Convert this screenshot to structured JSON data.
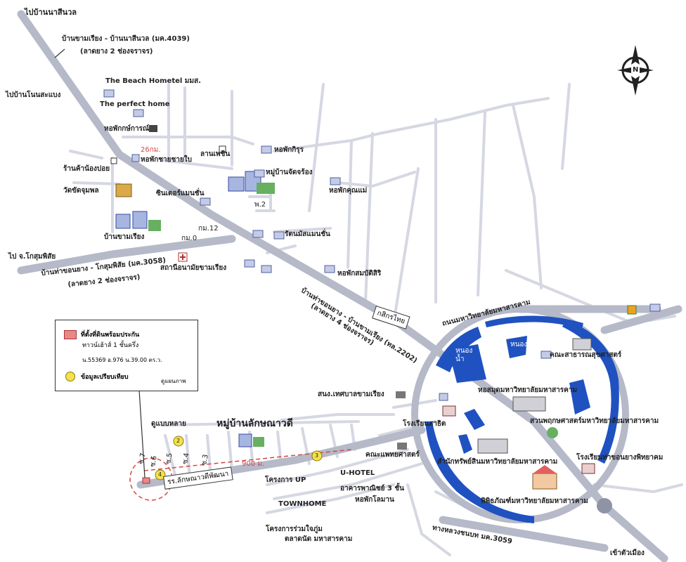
{
  "map": {
    "labels": {
      "to_ban_na_si_nuan": "ไปบ้านนาสีนวล",
      "road_4039": "บ้านขามเรียง - บ้านนาสีนวล (มค.4039)",
      "lanes_2_top": "(ลาดยาง 2 ช่องจราจร)",
      "to_ban_nong_waeng": "ไปบ้านโนนสะแบง",
      "beach_hometel": "The Beach Hometel มมส.",
      "perfect_home": "The perfect home",
      "dorm_chaiyakarn": "หอพักกษ์การณ์",
      "km_26": "26กม.",
      "dorm_chaiban": "หอพักชายชายใบ",
      "lan_phetin": "ลานเพชิน",
      "dorm_krirut": "หอพักกิรุร",
      "village_sakarat": "หมู่บ้านจัดจร้อง",
      "dorm_khunmae": "หอพักคุณแม่",
      "ruen_nong_pai": "ร้านค้าน้องปอย",
      "wat_khon_phon": "วัดขัดจุมพล",
      "center_maen": "ซินเตอร์แมนชั่น",
      "bankhamriang": "บ้านขามเรียง",
      "km12": "กม.12",
      "km0": "กม.0",
      "ph2": "พ.2",
      "rattanam_mansion": "รัตนมัสแมนชั่น",
      "to_kosumphisai": "ไป จ.โกสุมพิสัย",
      "road_3058": "บ้านท่าขอนยาง - โกสุมพิสัย (มค.3058)",
      "lanes_2_left": "(ลาดยาง 2 ช่องจราจร)",
      "health_station": "สถานีอนามัยขามเรียง",
      "dorm_sombat": "หอพักสมบัติสิริ",
      "road_2202": "บ้านท่าขอนยาง - บ้านขามเรียง (ทล.2202)",
      "lanes_4": "(ลาดยาง 4 ช่องจราจร)",
      "kasikorn": "กสิกรไทย",
      "uni_road": "ถนนมหาวิทยาลัยมหาสารคาม",
      "nong_nam": "หนอง\nน้ำ",
      "nong": "หนอง",
      "faculty_public_health": "คณะสาธารณสุขศาสตร์",
      "library": "หอสมุดมหาวิทยาลัยมหาสารคาม",
      "botanic_garden": "สวนพฤกษศาสตร์มหาวิทยาลัยมหาสารคาม",
      "tessaban_office": "สนง.เทศบาลขามเรียง",
      "school_satit": "โรงเรียนสาธิต",
      "school_thakhonyang": "โรงเรียนท่าขอนยางพิทยาคม",
      "faculty_medicine": "คณะแพทยศาสตร์",
      "registry_office": "สำนักทรัพย์สินมหาวิทยาลัยมหาสารคาม",
      "museum": "พิพิธภัณฑ์มหาวิทยาลัยมหาสารคาม",
      "village_lakkanawadi": "หมู่บ้านลักษณาวดี",
      "villa_9": "ดูแบบหลาย",
      "road_distance": "900 ม.",
      "school_lakkanawadi": "รร.ลักษณาวดีพัฒนา",
      "project_up": "โครงการ UP",
      "u_hotel": "U-HOTEL",
      "townhome": "TOWNHOME",
      "building_3": "อาคารพาณิชย์ 3 ชั้น",
      "dorm_loman": "หอพักโลมาน",
      "project_residence": "โครงการร่วมใจภู่ม",
      "market_msu": "ตลาดนัด มหาสารคาม",
      "road_3059": "ทางหลวงชนบท มค.3059",
      "to_city": "เข้าตัวเมือง",
      "soi7": "ซ.7",
      "soi6": "ซ.6",
      "soi5": "ซ.5",
      "soi4": "ซ.4",
      "soi3": "ซ.3",
      "num2": "2",
      "num3": "3",
      "num4": "4"
    },
    "legend": {
      "line1": "ที่ตั้งที่ดินพร้อมประกัน",
      "line2": "ทาวน์เฮ้าส์ 1 ชั้นครึ่ง",
      "line3": "น.55369 อ.976 น.39.00 ตร.ว.",
      "line4": "ข้อมูลเปรียบเทียบ",
      "line5": "ดูแผนภาพ"
    },
    "compass_letter": "N",
    "colors": {
      "main_road": "#b5b9c8",
      "minor_road": "#d6d8e2",
      "water": "#1f52c0",
      "red_route": "#d64545",
      "legend_yellow": "#f5e14a",
      "legend_pink": "#e88888"
    }
  }
}
